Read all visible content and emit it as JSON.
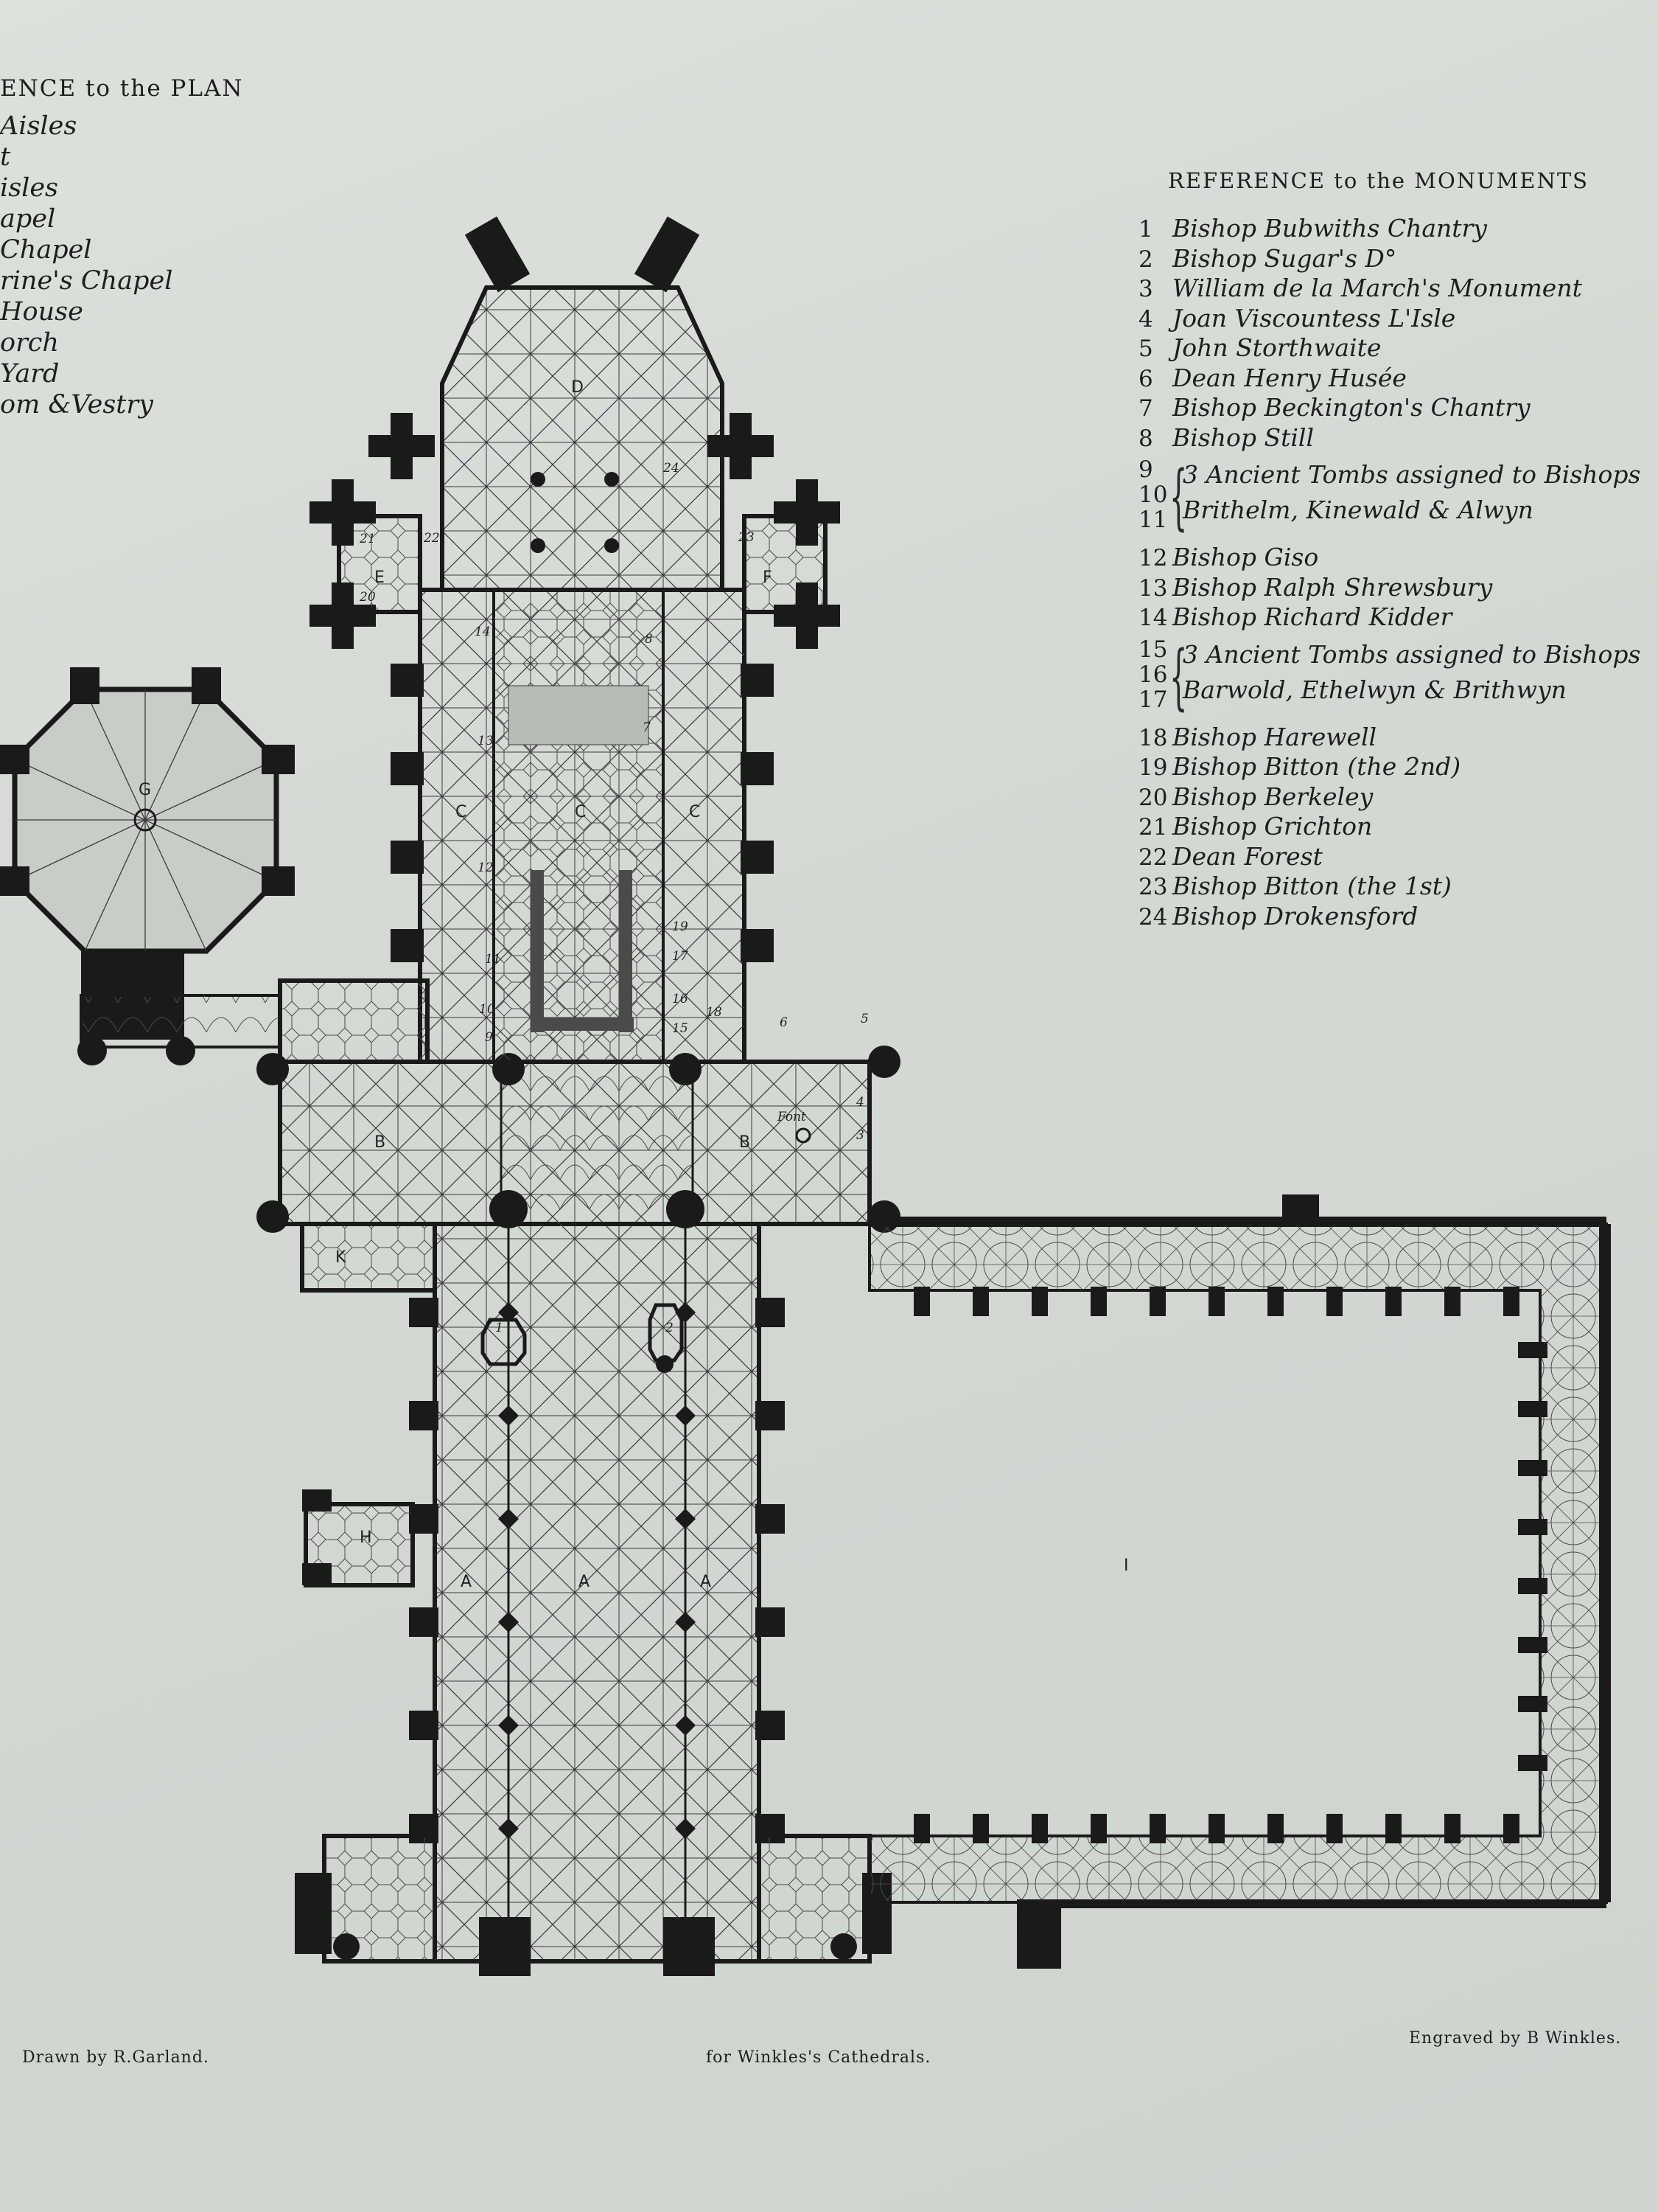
{
  "plan_reference": {
    "heading": "ENCE to the PLAN",
    "items": [
      "Aisles",
      "t",
      "isles",
      "apel",
      "Chapel",
      "rine's Chapel",
      "House",
      "orch",
      "Yard",
      "om &Vestry"
    ]
  },
  "monument_reference": {
    "heading": "REFERENCE to the MONUMENTS",
    "items": [
      {
        "num": "1",
        "name": "Bishop Bubwiths Chantry"
      },
      {
        "num": "2",
        "name": "Bishop Sugar's D°"
      },
      {
        "num": "3",
        "name": "William de la March's Monument"
      },
      {
        "num": "4",
        "name": "Joan Viscountess L'Isle"
      },
      {
        "num": "5",
        "name": "John Storthwaite"
      },
      {
        "num": "6",
        "name": "Dean Henry Husée"
      },
      {
        "num": "7",
        "name": "Bishop Beckington's Chantry"
      },
      {
        "num": "8",
        "name": "Bishop Still"
      }
    ],
    "group1": {
      "nums": [
        "9",
        "10",
        "11"
      ],
      "lines": [
        "3 Ancient Tombs assigned to Bishops",
        "Brithelm, Kinewald & Alwyn"
      ]
    },
    "items2": [
      {
        "num": "12",
        "name": "Bishop Giso"
      },
      {
        "num": "13",
        "name": "Bishop Ralph Shrewsbury"
      },
      {
        "num": "14",
        "name": "Bishop Richard Kidder"
      }
    ],
    "group2": {
      "nums": [
        "15",
        "16",
        "17"
      ],
      "lines": [
        "3 Ancient Tombs assigned to Bishops",
        "Barwold, Ethelwyn & Brithwyn"
      ]
    },
    "items3": [
      {
        "num": "18",
        "name": "Bishop Harewell"
      },
      {
        "num": "19",
        "name": "Bishop Bitton (the 2nd)"
      },
      {
        "num": "20",
        "name": "Bishop Berkeley"
      },
      {
        "num": "21",
        "name": "Bishop Grichton"
      },
      {
        "num": "22",
        "name": "Dean Forest"
      },
      {
        "num": "23",
        "name": "Bishop Bitton (the 1st)"
      },
      {
        "num": "24",
        "name": "Bishop Drokensford"
      }
    ]
  },
  "plan_labels": {
    "A": "A",
    "B": "B",
    "C": "C",
    "D": "D",
    "E": "E",
    "F": "F",
    "G": "G",
    "H": "H",
    "I": "I",
    "K": "K",
    "font": "Font"
  },
  "plan_monument_numbers": [
    "1",
    "2",
    "3",
    "4",
    "5",
    "6",
    "7",
    "8",
    "9",
    "10",
    "11",
    "12",
    "13",
    "14",
    "15",
    "16",
    "17",
    "18",
    "19",
    "20",
    "21",
    "22",
    "23",
    "24"
  ],
  "footer": {
    "drawn_by": "Drawn by R.Garland.",
    "publication": "for Winkles's Cathedrals.",
    "engraved_by": "Engraved by B Winkles."
  },
  "colors": {
    "paper": "#d6dad5",
    "ink": "#1a1a1a",
    "fill": "#c9cdc8"
  }
}
